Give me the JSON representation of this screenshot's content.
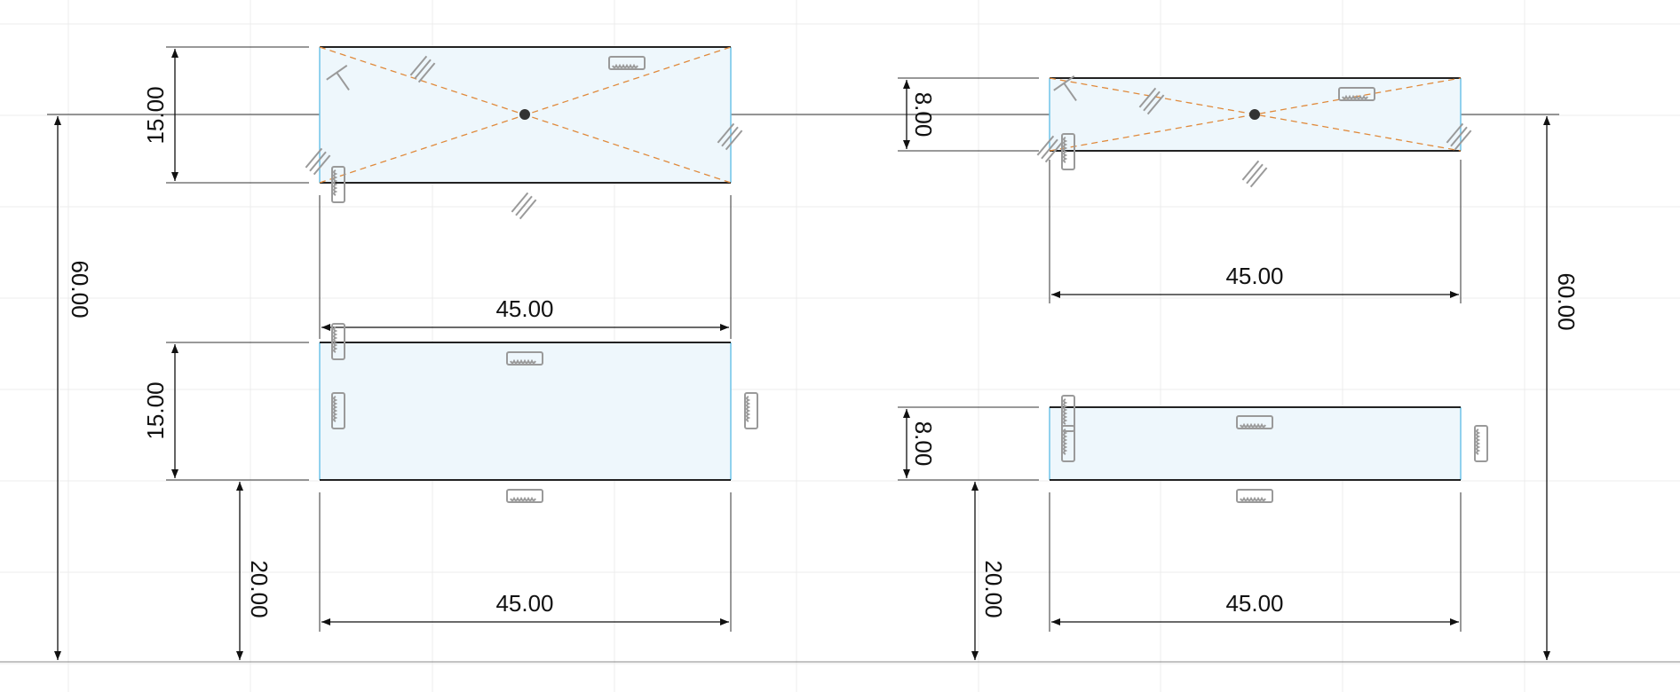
{
  "sketch": {
    "left_profile": {
      "top_rect": {
        "width_dim": "45.00",
        "height_dim": "15.00"
      },
      "bottom_rect": {
        "width_dim": "45.00",
        "height_dim": "15.00",
        "offset_dim": "20.00"
      },
      "overall_dim": "60.00"
    },
    "right_profile": {
      "top_rect": {
        "width_dim": "45.00",
        "height_dim": "8.00"
      },
      "bottom_rect": {
        "width_dim": "45.00",
        "height_dim": "8.00",
        "offset_dim": "20.00"
      },
      "overall_dim": "60.00"
    },
    "colors": {
      "profile_fill": "#eef7fc",
      "construction_line": "#e08a3c",
      "vertical_edge": "#6fc3e8"
    }
  }
}
